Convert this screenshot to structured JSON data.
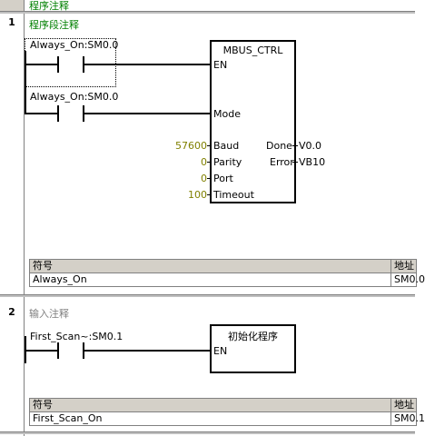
{
  "program_comment": "程序注释",
  "networks": [
    {
      "number": "1",
      "title": "程序段注释",
      "contacts": [
        {
          "label": "Always_On:SM0.0"
        },
        {
          "label": "Always_On:SM0.0"
        }
      ],
      "block": {
        "name": "MBUS_CTRL",
        "inputs": {
          "en": "EN",
          "mode": "Mode",
          "baud": "Baud",
          "parity": "Parity",
          "port": "Port",
          "timeout": "Timeout"
        },
        "outputs": {
          "done": "Done",
          "error": "Error"
        },
        "input_values": {
          "baud": "57600",
          "parity": "0",
          "port": "0",
          "timeout": "100"
        },
        "output_values": {
          "done": "V0.0",
          "error": "VB10"
        }
      },
      "symbol_table": {
        "headers": [
          "符号",
          "地址"
        ],
        "rows": [
          [
            "Always_On",
            "SM0.0"
          ]
        ]
      }
    },
    {
      "number": "2",
      "title": "输入注释",
      "contacts": [
        {
          "label": "First_Scan~:SM0.1"
        }
      ],
      "block": {
        "name": "初始化程序",
        "inputs": {
          "en": "EN"
        }
      },
      "symbol_table": {
        "headers": [
          "符号",
          "地址"
        ],
        "rows": [
          [
            "First_Scan_On",
            "SM0.1"
          ]
        ]
      }
    }
  ],
  "colors": {
    "comment": "#008000",
    "constant": "#808000",
    "muted_comment": "#808080",
    "table_header": "#d4d0c8"
  }
}
